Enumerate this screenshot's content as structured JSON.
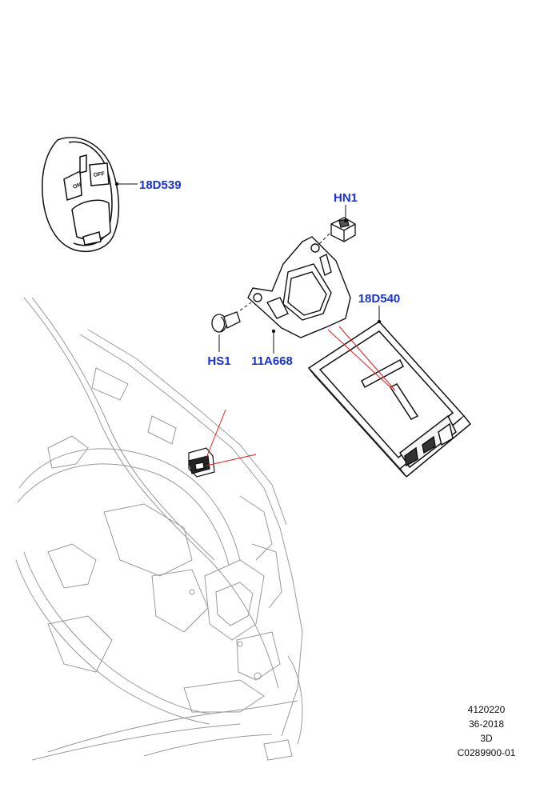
{
  "callouts": {
    "remote": "18D539",
    "nut": "HN1",
    "module": "18D540",
    "screw": "HS1",
    "bracket": "11A668"
  },
  "reference": {
    "number": "4120220",
    "date": "36-2018",
    "view": "3D",
    "code": "C0289900-01"
  },
  "remote_buttons": {
    "on": "ON",
    "off": "OFF"
  },
  "colors": {
    "callout": "#1a33cc",
    "leader_red": "#e02020",
    "line": "#111111",
    "faint_line": "#9a9a9a"
  }
}
